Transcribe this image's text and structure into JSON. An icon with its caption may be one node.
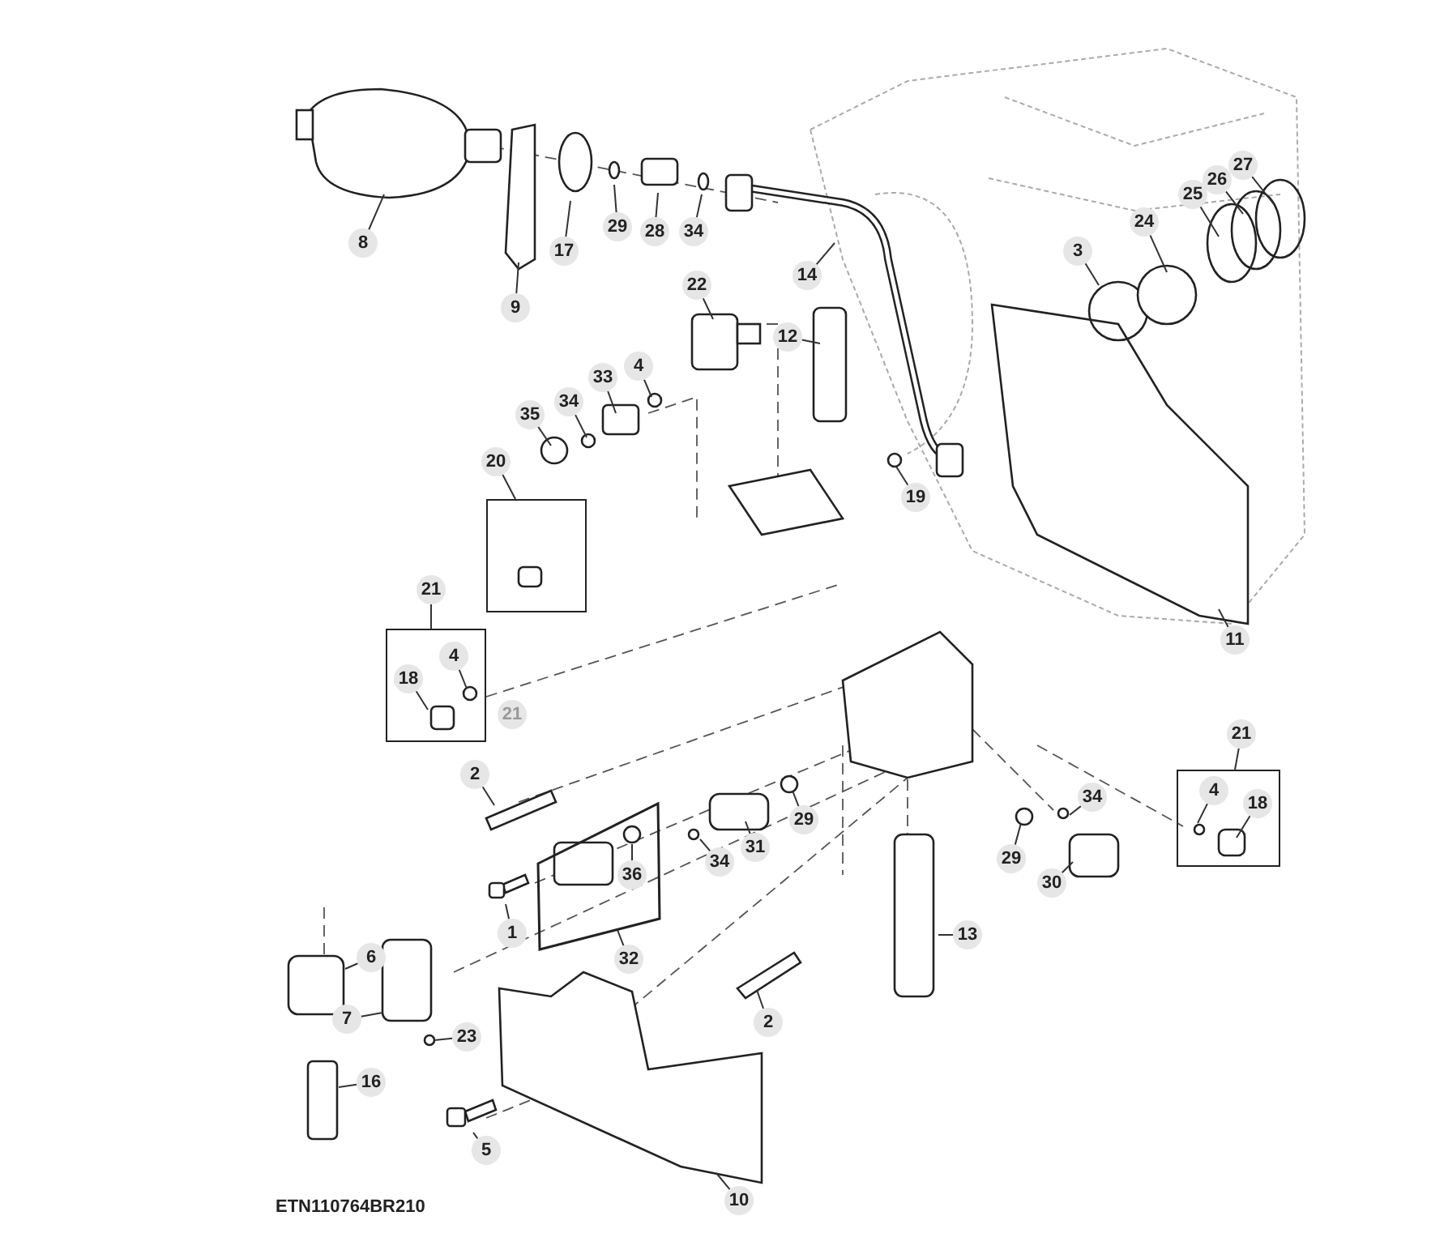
{
  "diagram": {
    "nodes": [
      {
        "text": [
          "8"
        ]
      },
      {
        "text": [
          "9"
        ]
      },
      {
        "text": [
          "17"
        ]
      },
      {
        "text": [
          "29"
        ]
      },
      {
        "text": [
          "28"
        ]
      },
      {
        "text": [
          "34"
        ]
      },
      {
        "text": [
          "14"
        ]
      },
      {
        "text": [
          "3"
        ]
      },
      {
        "text": [
          "24"
        ]
      },
      {
        "text": [
          "25"
        ]
      },
      {
        "text": [
          "26"
        ]
      },
      {
        "text": [
          "27"
        ]
      },
      {
        "text": [
          "22"
        ]
      },
      {
        "text": [
          "12"
        ]
      },
      {
        "text": [
          "35"
        ]
      },
      {
        "text": [
          "34"
        ]
      },
      {
        "text": [
          "33"
        ]
      },
      {
        "text": [
          "4"
        ]
      },
      {
        "text": [
          "19"
        ]
      },
      {
        "text": [],
        "shape": "box"
      },
      {
        "text": [
          "11"
        ]
      },
      {
        "text": [],
        "shape": "box"
      },
      {
        "text": [
          "18"
        ],
        "in": 21
      },
      {
        "text": [
          "4"
        ],
        "in": 21
      },
      {
        "text": [
          "2"
        ]
      },
      {
        "text": [
          "29"
        ]
      },
      {
        "text": [
          "34"
        ]
      },
      {
        "text": [
          "31"
        ]
      },
      {
        "text": [],
        "shape": "box"
      },
      {
        "text": [
          "36"
        ],
        "in": 28
      },
      {
        "text": [
          "1"
        ]
      },
      {
        "text": [],
        "shape": "box"
      },
      {
        "text": [
          "4"
        ],
        "in": 31
      },
      {
        "text": [
          "18"
        ],
        "in": 31
      },
      {
        "text": [
          "34"
        ]
      },
      {
        "text": [
          "29"
        ]
      },
      {
        "text": [
          "30"
        ]
      },
      {
        "text": [
          "13"
        ]
      },
      {
        "text": [
          "6"
        ]
      },
      {
        "text": [
          "7"
        ]
      },
      {
        "text": [
          "23"
        ]
      },
      {
        "text": [
          "16"
        ]
      },
      {
        "text": [
          "2"
        ]
      },
      {
        "text": [
          "5"
        ]
      },
      {
        "text": [
          "10"
        ]
      },
      {
        "text": [
          "20"
        ]
      },
      {
        "text": [
          "21"
        ]
      },
      {
        "text": [
          "32"
        ]
      },
      {
        "text": [
          "21"
        ]
      },
      {
        "text": [
          "21"
        ]
      }
    ],
    "edges": [
      {
        "from": 0,
        "to": null,
        "arrow": "none"
      },
      {
        "from": 1,
        "to": null,
        "arrow": "none"
      },
      {
        "from": 2,
        "to": null,
        "arrow": "none"
      },
      {
        "from": 3,
        "to": null,
        "arrow": "none"
      },
      {
        "from": 4,
        "to": null,
        "arrow": "none"
      },
      {
        "from": 5,
        "to": null,
        "arrow": "none"
      },
      {
        "from": 6,
        "to": null,
        "arrow": "none"
      },
      {
        "from": 7,
        "to": null,
        "arrow": "none"
      },
      {
        "from": 8,
        "to": null,
        "arrow": "none"
      },
      {
        "from": 9,
        "to": null,
        "arrow": "none"
      },
      {
        "from": 10,
        "to": null,
        "arrow": "none"
      },
      {
        "from": 11,
        "to": null,
        "arrow": "none"
      },
      {
        "from": 12,
        "to": null,
        "arrow": "none"
      },
      {
        "from": 13,
        "to": null,
        "arrow": "none"
      },
      {
        "from": 14,
        "to": null,
        "arrow": "none"
      },
      {
        "from": 15,
        "to": null,
        "arrow": "none"
      },
      {
        "from": 16,
        "to": null,
        "arrow": "none"
      },
      {
        "from": 17,
        "to": null,
        "arrow": "none"
      },
      {
        "from": 18,
        "to": null,
        "arrow": "none"
      },
      {
        "from": 20,
        "to": null,
        "arrow": "none"
      },
      {
        "from": 22,
        "to": null,
        "arrow": "none"
      },
      {
        "from": 23,
        "to": null,
        "arrow": "none"
      },
      {
        "from": 24,
        "to": null,
        "arrow": "none"
      },
      {
        "from": 25,
        "to": null,
        "arrow": "none"
      },
      {
        "from": 26,
        "to": null,
        "arrow": "none"
      },
      {
        "from": 27,
        "to": null,
        "arrow": "none"
      },
      {
        "from": 29,
        "to": null,
        "arrow": "none"
      },
      {
        "from": 30,
        "to": null,
        "arrow": "none"
      },
      {
        "from": 32,
        "to": null,
        "arrow": "none"
      },
      {
        "from": 33,
        "to": null,
        "arrow": "none"
      },
      {
        "from": 34,
        "to": null,
        "arrow": "none"
      },
      {
        "from": 35,
        "to": null,
        "arrow": "none"
      },
      {
        "from": 36,
        "to": null,
        "arrow": "none"
      },
      {
        "from": 37,
        "to": null,
        "arrow": "none"
      },
      {
        "from": 38,
        "to": null,
        "arrow": "none"
      },
      {
        "from": 39,
        "to": null,
        "arrow": "none"
      },
      {
        "from": 40,
        "to": null,
        "arrow": "none"
      },
      {
        "from": 41,
        "to": null,
        "arrow": "none"
      },
      {
        "from": 42,
        "to": null,
        "arrow": "none"
      },
      {
        "from": 43,
        "to": null,
        "arrow": "none"
      },
      {
        "from": 44,
        "to": null,
        "arrow": "none"
      },
      {
        "from": 45,
        "to": 19,
        "arrow": "none"
      },
      {
        "from": 46,
        "to": 21,
        "arrow": "none"
      },
      {
        "from": 47,
        "to": 28,
        "arrow": "none"
      },
      {
        "from": 48,
        "to": 31,
        "arrow": "none"
      }
    ],
    "labels": [
      "ETN110764BR210"
    ]
  }
}
